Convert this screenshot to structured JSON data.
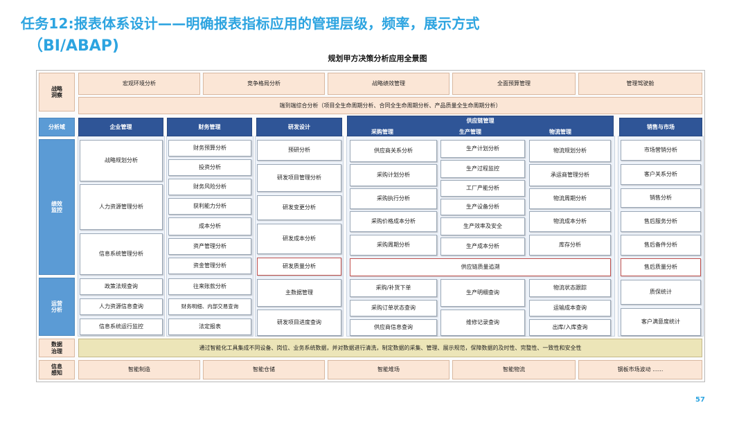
{
  "header": {
    "title_line1": "任务12:报表体系设计——明确报表指标应用的管理层级，频率，展示方式",
    "title_line2": "（BI/ABAP)",
    "diagram_title": "规划甲方决策分析应用全景图"
  },
  "rows": {
    "strategy": "战略\n洞察",
    "domain": "分析域",
    "performance": "绩效\n监控",
    "operations": "运营\n分析",
    "governance": "数据\n治理",
    "sensing": "信息\n感知"
  },
  "strategy": {
    "items": [
      "宏观环境分析",
      "竞争格局分析",
      "战略绩效管理",
      "全面预算管理",
      "管理驾驶舱"
    ],
    "bar": "端到端综合分析（项目全生命周期分析、合同全生命周期分析、产品质量全生命周期分析）"
  },
  "domains": {
    "enterprise": "企业管理",
    "finance": "财务管理",
    "rd": "研发设计",
    "supply_chain": "供应链管理",
    "procurement": "采购管理",
    "production": "生产管理",
    "logistics": "物流管理",
    "sales": "销售与市场"
  },
  "enterprise": {
    "perf": [
      "战略规划分析",
      "人力资源管理分析",
      "信息系统管理分析"
    ],
    "ops": [
      "政策法规查询",
      "人力资源信息查询",
      "信息系统运行监控"
    ]
  },
  "finance": {
    "perf": [
      "财务预算分析",
      "投资分析",
      "财务风险分析",
      "获利能力分析",
      "成本分析",
      "资产管理分析",
      "资金管理分析"
    ],
    "ops": [
      "往来账款分析",
      "财务明细、内部交易查询",
      "法定报表"
    ]
  },
  "rd": {
    "perf": [
      "预研分析",
      "研发项目管理分析",
      "研发变更分析",
      "研发成本分析"
    ],
    "quality": "研发质量分析",
    "ops": [
      "主数据管理",
      "研发项目进度查询"
    ]
  },
  "procurement": {
    "perf": [
      "供应商关系分析",
      "采购计划分析",
      "采购执行分析",
      "采购价格成本分析",
      "采购周期分析"
    ],
    "ops": [
      "采购/补货下单",
      "采购订单状态查询",
      "供应商信息查询"
    ]
  },
  "production": {
    "perf": [
      "生产计划分析",
      "生产过程监控",
      "工厂产能分析",
      "生产设备分析",
      "生产效率及安全",
      "生产成本分析"
    ],
    "ops": [
      "生产明细查询",
      "维修记录查询"
    ]
  },
  "logistics": {
    "perf": [
      "物流规划分析",
      "承运商管理分析",
      "物流周期分析",
      "物流成本分析",
      "库存分析"
    ],
    "ops": [
      "物流状态跟踪",
      "运输成本查询",
      "出库/入库查询"
    ]
  },
  "supply_chain_trace": "供应链质量追溯",
  "sales": {
    "perf": [
      "市场营销分析",
      "客户关系分析",
      "销售分析",
      "售后服务分析",
      "售后备件分析"
    ],
    "quality": "售后质量分析",
    "ops": [
      "质保统计",
      "客户满意度统计"
    ]
  },
  "governance_text": "通过智能化工具集成不同设备、岗位、业务系统数据，并对数据进行清洗，制定数据的采集、管理、展示规范，保障数据的及时性、完整性、一致性和安全性",
  "sensing": [
    "智能制造",
    "智能仓储",
    "智能堆场",
    "智能物流",
    "钢板市场波动 ......"
  ],
  "page_number": "57",
  "colors": {
    "title_blue": "#2da4e0",
    "header_dark_blue": "#2f5597",
    "row_label_blue": "#5b9bd5",
    "peach": "#fbe6d6",
    "governance_yellow": "#ece5b8",
    "highlight_red": "#c0504d"
  }
}
